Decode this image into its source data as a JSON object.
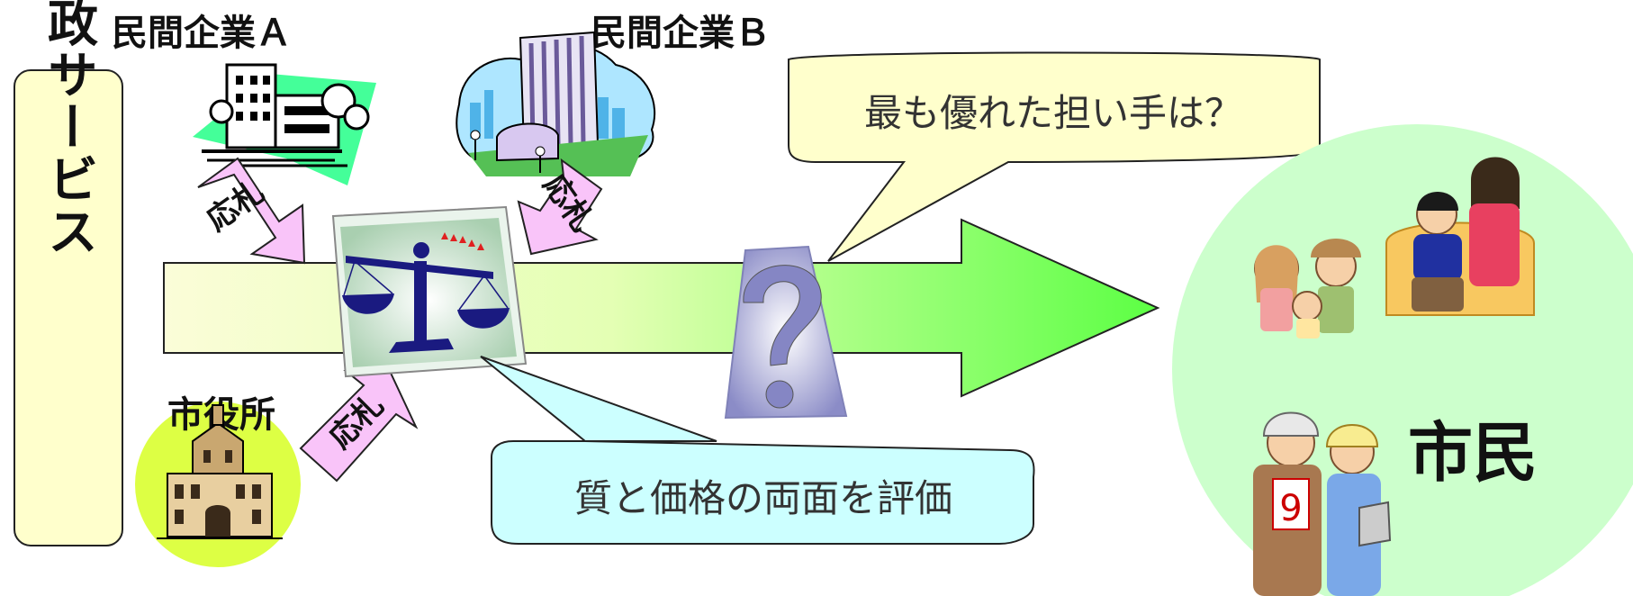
{
  "service_label": "行政サービス",
  "company_a": "民間企業Ａ",
  "company_b": "民間企業Ｂ",
  "city_hall": "市役所",
  "bid_label": "応札",
  "question_bubble": "最も優れた担い手は？",
  "evaluation_bubble": "質と価格の両面を評価",
  "citizens": "市民",
  "runner_number": "9",
  "icons": {
    "company_a": "office-building-icon",
    "company_b": "skyscraper-icon",
    "city_hall": "city-hall-icon",
    "scales": "balance-scale-icon",
    "question": "question-mark-icon",
    "citizens": "people-family-icon"
  },
  "colors": {
    "arrow_start": "#f7fcc4",
    "arrow_end": "#66ff44",
    "bid_arrow": "#f9c4f9",
    "service_box": "#ffffcc",
    "question_bubble_fill": "#ffffcc",
    "evaluation_bubble_fill": "#ccffff",
    "citizen_circle": "#ccffcc",
    "scale_blue": "#1a1a80"
  }
}
